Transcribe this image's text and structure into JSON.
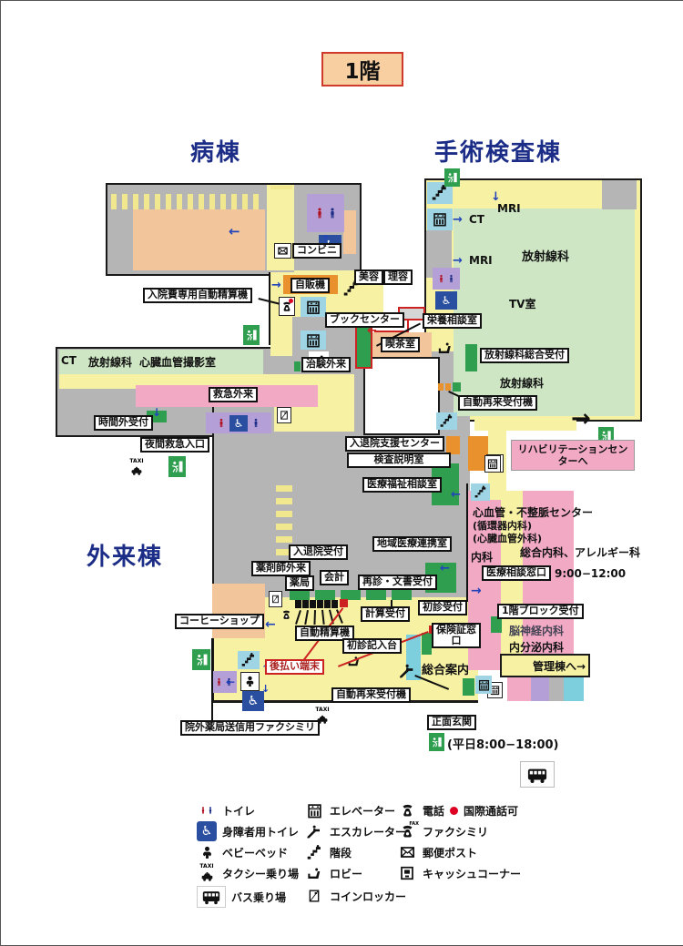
{
  "title": "1階",
  "buildings": {
    "ward": "病棟",
    "surgery": "手術検査棟",
    "outpatient": "外来棟"
  },
  "rooms": {
    "konbini": "コンビニ",
    "vending": "自販機",
    "beauty": "美容",
    "barber": "理容",
    "inpatient_pay": "入院費専用自動精算機",
    "book_center": "ブックセンター",
    "nutrition": "栄養相談室",
    "tearoom": "喫茶室",
    "chiken_gairai": "治験外来",
    "mri": "MRI",
    "ct": "CT",
    "radiology": "放射線科",
    "tv_room": "TV室",
    "radiology_reception": "放射線科総合受付",
    "auto_recheck": "自動再来受付機",
    "rehab_center": "リハビリテーションセンターへ",
    "angio": "心臓血管撮影室",
    "emergency": "救急外来",
    "afterhours": "時間外受付",
    "night_entrance": "夜間救急入口",
    "admission_support": "入退院支援センター",
    "exam_explain": "検査説明室",
    "welfare_consult": "医療福祉相談室",
    "regional_coop": "地域医療連携室",
    "cardio_center": "心血管・不整脈センター",
    "cardio_internal": "(循環器内科)",
    "cardio_surgery": "(心臓血管外科)",
    "internal_med": "内科",
    "general_allergy": "総合内科、アレルギー科",
    "consult_window": "医療相談窓口",
    "consult_hours": "9:00−12:00",
    "block_reception": "1階ブロック受付",
    "neurology": "脳神経内科",
    "endocrinology": "内分泌内科",
    "admin_corridor": "管理棟へ→",
    "admission_reception": "入退院受付",
    "pharmacist_outpatient": "薬剤師外来",
    "pharmacy": "薬局",
    "cashier": "会計",
    "revisit_doc": "再診・文書受付",
    "calc_reception": "計算受付",
    "first_visit": "初診受付",
    "auto_pay": "自動精算機",
    "insurance_window": "保険証窓口",
    "first_visit_desk": "初診記入台",
    "postpay_terminal": "後払い端末",
    "general_info": "総合案内",
    "main_entrance": "正面玄関",
    "entrance_hours": "(平日8:00−18:00)",
    "coffee_shop": "コーヒーショップ",
    "external_fax": "院外薬局送信用ファクシミリ"
  },
  "icons": {
    "taxi_text": "TAXI",
    "fax_text": "FAX"
  },
  "legend": {
    "col1": [
      {
        "icon": "toilet-icon",
        "label": "トイレ"
      },
      {
        "icon": "accessible-toilet-icon",
        "label": "身障者用トイレ"
      },
      {
        "icon": "baby-bed-icon",
        "label": "ベビーベッド"
      },
      {
        "icon": "taxi-icon",
        "label": "タクシー乗り場"
      },
      {
        "icon": "bus-icon",
        "label": "バス乗り場"
      }
    ],
    "col2": [
      {
        "icon": "elevator-icon",
        "label": "エレベーター"
      },
      {
        "icon": "escalator-icon",
        "label": "エスカレーター"
      },
      {
        "icon": "stairs-icon",
        "label": "階段"
      },
      {
        "icon": "lobby-icon",
        "label": "ロビー"
      },
      {
        "icon": "coin-locker-icon",
        "label": "コインロッカー"
      }
    ],
    "col3": [
      {
        "icon": "phone-icon",
        "label": "電話",
        "extra": "国際通話可"
      },
      {
        "icon": "fax-icon",
        "label": "ファクシミリ"
      },
      {
        "icon": "mail-post-icon",
        "label": "郵便ポスト"
      },
      {
        "icon": "cash-corner-icon",
        "label": "キャッシュコーナー"
      }
    ]
  }
}
